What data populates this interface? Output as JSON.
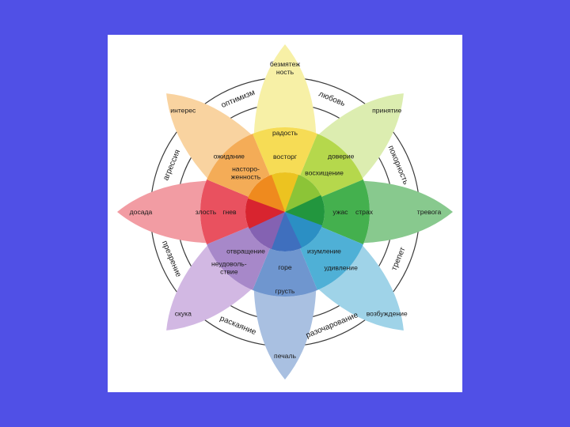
{
  "colors": {
    "background": "#5050e6",
    "frame": "#ffffff",
    "ring": "#3a3a3a"
  },
  "petals": [
    {
      "id": "joy",
      "outer": "#f7f0a6",
      "middle": "#f6dc55",
      "inner": "#ecc320",
      "labels": [
        "безмятеж\nность",
        "радость",
        "восторг"
      ]
    },
    {
      "id": "trust",
      "outer": "#dcedb0",
      "middle": "#b5d84c",
      "inner": "#8cc437",
      "labels": [
        "принятие",
        "доверие",
        "восхищение"
      ]
    },
    {
      "id": "fear",
      "outer": "#88c98e",
      "middle": "#44b04e",
      "inner": "#22963e",
      "labels": [
        "тревога",
        "страх",
        "ужас"
      ]
    },
    {
      "id": "surprise",
      "outer": "#9fd3e8",
      "middle": "#4fb0d6",
      "inner": "#2b8fc4",
      "labels": [
        "возбуждение",
        "удивление",
        "изумление"
      ]
    },
    {
      "id": "sadness",
      "outer": "#a9c0e1",
      "middle": "#6f96cf",
      "inner": "#3f6fbe",
      "labels": [
        "печаль",
        "грусть",
        "горе"
      ]
    },
    {
      "id": "disgust",
      "outer": "#d2b8e3",
      "middle": "#a788c9",
      "inner": "#8462b2",
      "labels": [
        "скука",
        "неудоволь-\nствие",
        "отвращение"
      ]
    },
    {
      "id": "anger",
      "outer": "#f29ca3",
      "middle": "#e9515f",
      "inner": "#d8242f",
      "labels": [
        "досада",
        "злость",
        "гнев"
      ]
    },
    {
      "id": "anticipation",
      "outer": "#f9d3a0",
      "middle": "#f4ac57",
      "inner": "#ef8a1e",
      "labels": [
        "интерес",
        "ожидание",
        "насторо-\nженность"
      ]
    }
  ],
  "ring_labels": [
    "любовь",
    "покорность",
    "трепет",
    "разочарование",
    "раскаяние",
    "презрение",
    "агрессия",
    "оптимизм"
  ]
}
